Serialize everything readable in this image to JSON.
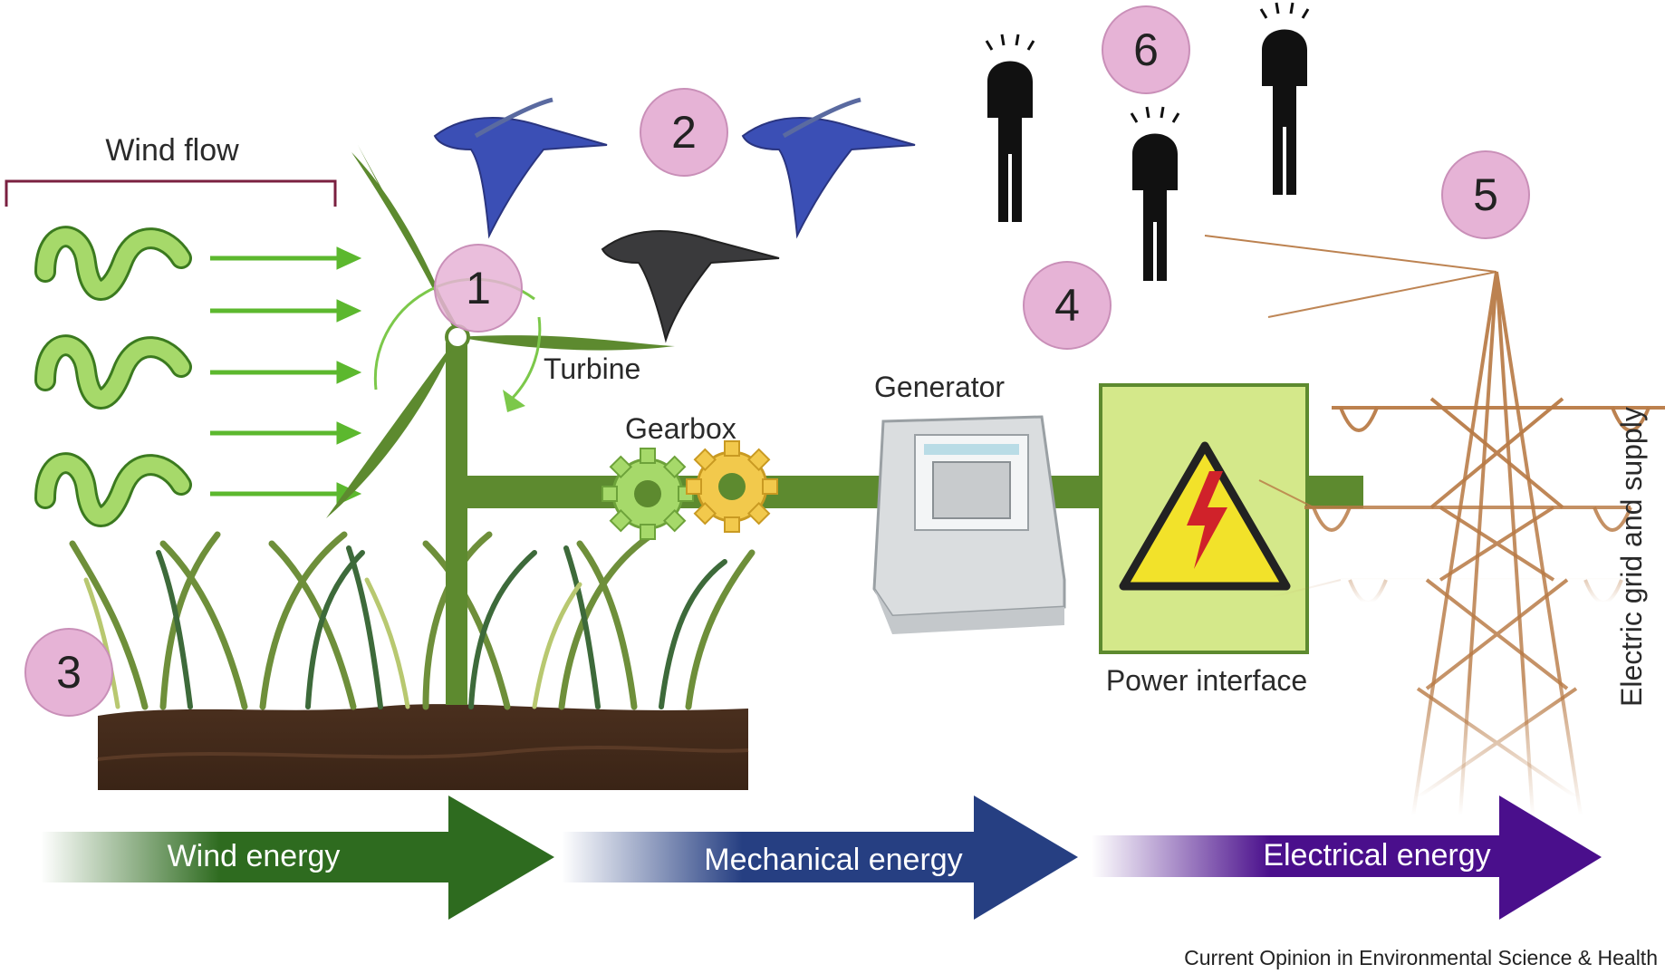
{
  "labels": {
    "wind_flow": "Wind flow",
    "turbine": "Turbine",
    "gearbox": "Gearbox",
    "generator": "Generator",
    "power_interface": "Power interface",
    "electric_grid": "Electric grid and supply"
  },
  "energy_arrows": [
    {
      "label": "Wind energy",
      "color": "#2e6b1f"
    },
    {
      "label": "Mechanical energy",
      "color": "#263f82"
    },
    {
      "label": "Electrical energy",
      "color": "#4a0f8c"
    }
  ],
  "markers": [
    {
      "number": "1",
      "meaning": "turbine"
    },
    {
      "number": "2",
      "meaning": "birds"
    },
    {
      "number": "3",
      "meaning": "ground vegetation"
    },
    {
      "number": "4",
      "meaning": "people"
    },
    {
      "number": "5",
      "meaning": "grid tower"
    },
    {
      "number": "6",
      "meaning": "people"
    }
  ],
  "colors": {
    "marker_fill": "#e6b3d6",
    "turbine": "#5d8a2f",
    "wind_wave": "#a6d96a",
    "wind_arrow": "#5cb82e",
    "bracket": "#7a2040",
    "tower": "#b87a45",
    "power_box": "#d4e88a",
    "warning_yellow": "#f2e22a"
  },
  "credit": "Current Opinion in Environmental Science & Health"
}
